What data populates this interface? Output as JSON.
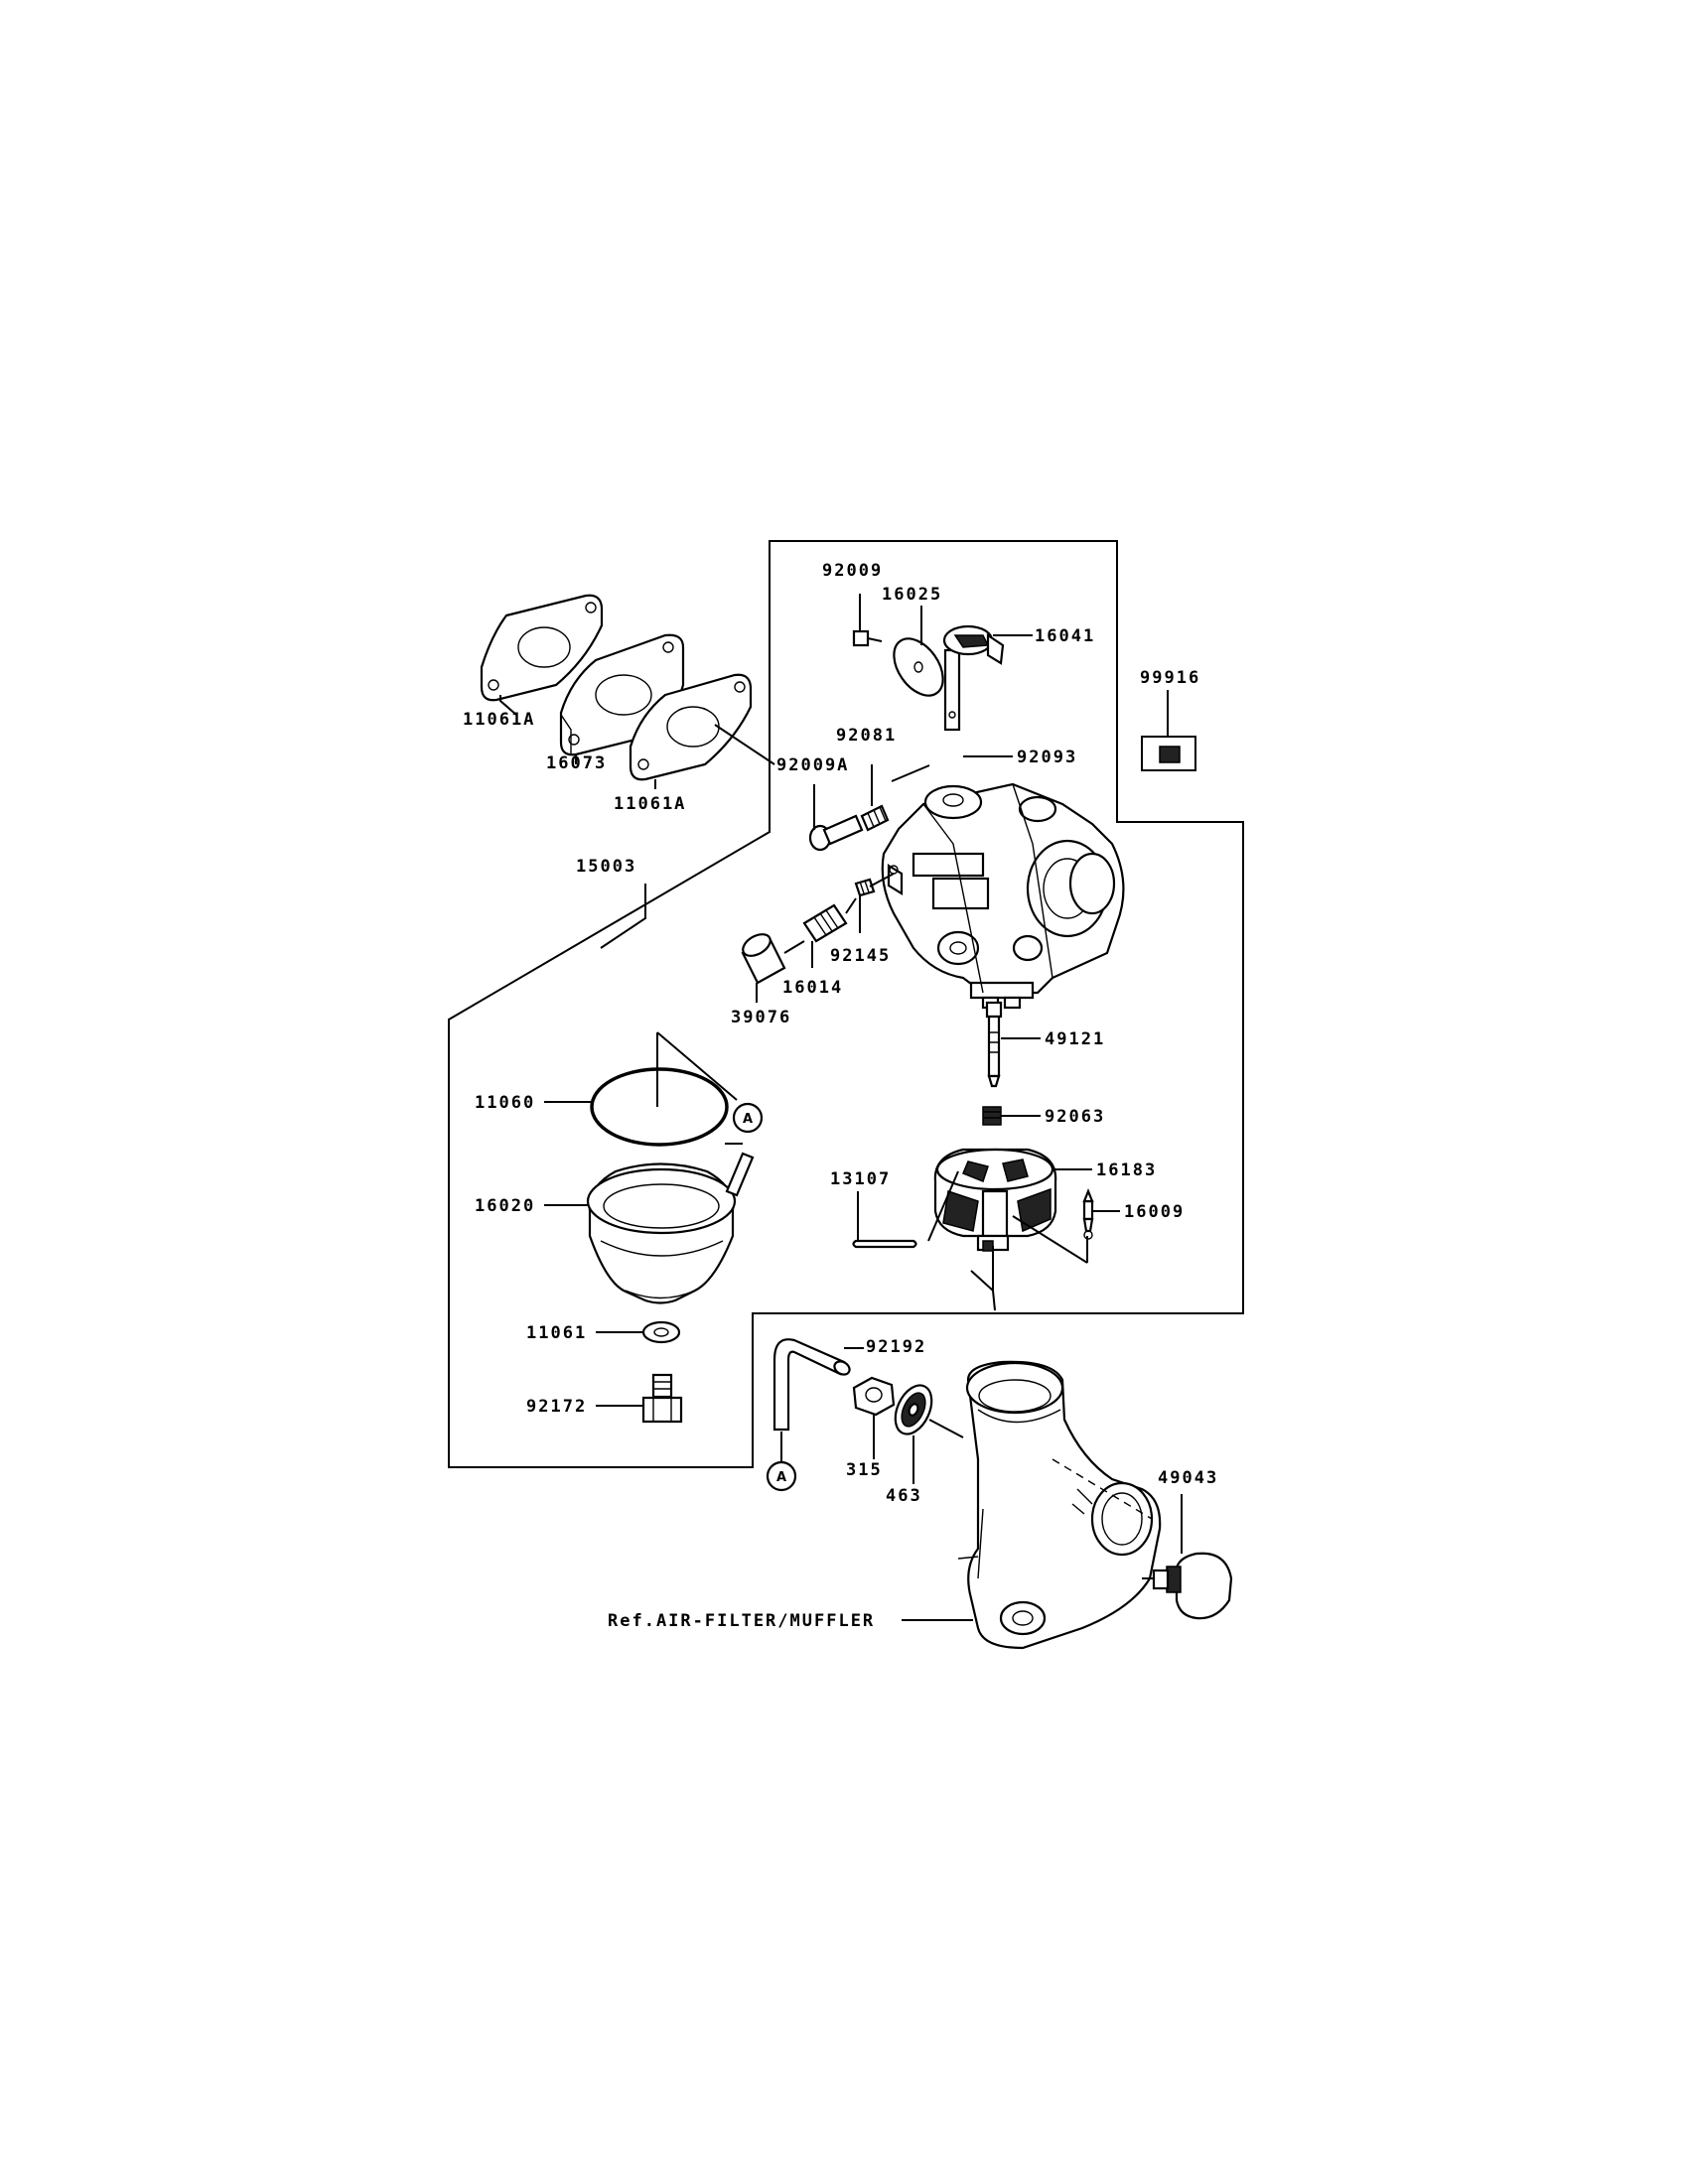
{
  "parts": {
    "p92009": "92009",
    "p16025": "16025",
    "p16041": "16041",
    "p99916": "99916",
    "p11061A_1": "11061A",
    "p16073": "16073",
    "p11061A_2": "11061A",
    "p92009A": "92009A",
    "p92081": "92081",
    "p92093": "92093",
    "p15003": "15003",
    "p92145": "92145",
    "p16014": "16014",
    "p39076": "39076",
    "p49121": "49121",
    "p11060": "11060",
    "p92063": "92063",
    "p13107": "13107",
    "p16183": "16183",
    "p16020": "16020",
    "p16009": "16009",
    "p11061": "11061",
    "p92192": "92192",
    "p92172": "92172",
    "p315": "315",
    "p463": "463",
    "p49043": "49043"
  },
  "callouts": {
    "a1": "A",
    "a2": "A"
  },
  "reference": {
    "air_filter": "Ref.AIR-FILTER/MUFFLER"
  }
}
